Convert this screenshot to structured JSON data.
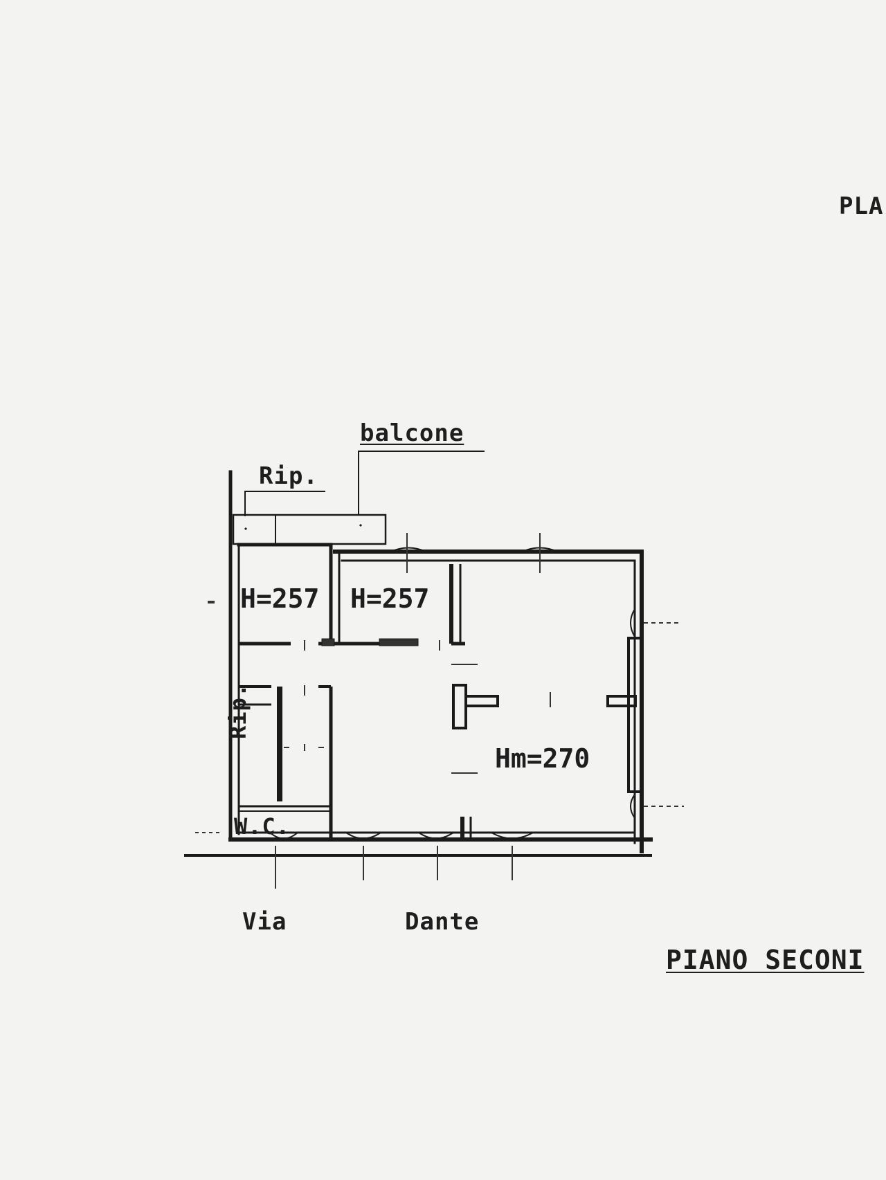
{
  "header": {
    "partial_title": "PLA"
  },
  "plan": {
    "balcony_label": "balcone",
    "storage_label_top": "Rip.",
    "storage_label_side": "Rip.",
    "wc_label": "W.C.",
    "room_heights": [
      "H=257",
      "H=257",
      "Hm=270"
    ],
    "street": {
      "word_1": "Via",
      "word_2": "Dante"
    },
    "floor_title": "PIANO SECONI"
  },
  "colors": {
    "ink": "#1a1a1a",
    "paper": "#f3f3f1"
  }
}
